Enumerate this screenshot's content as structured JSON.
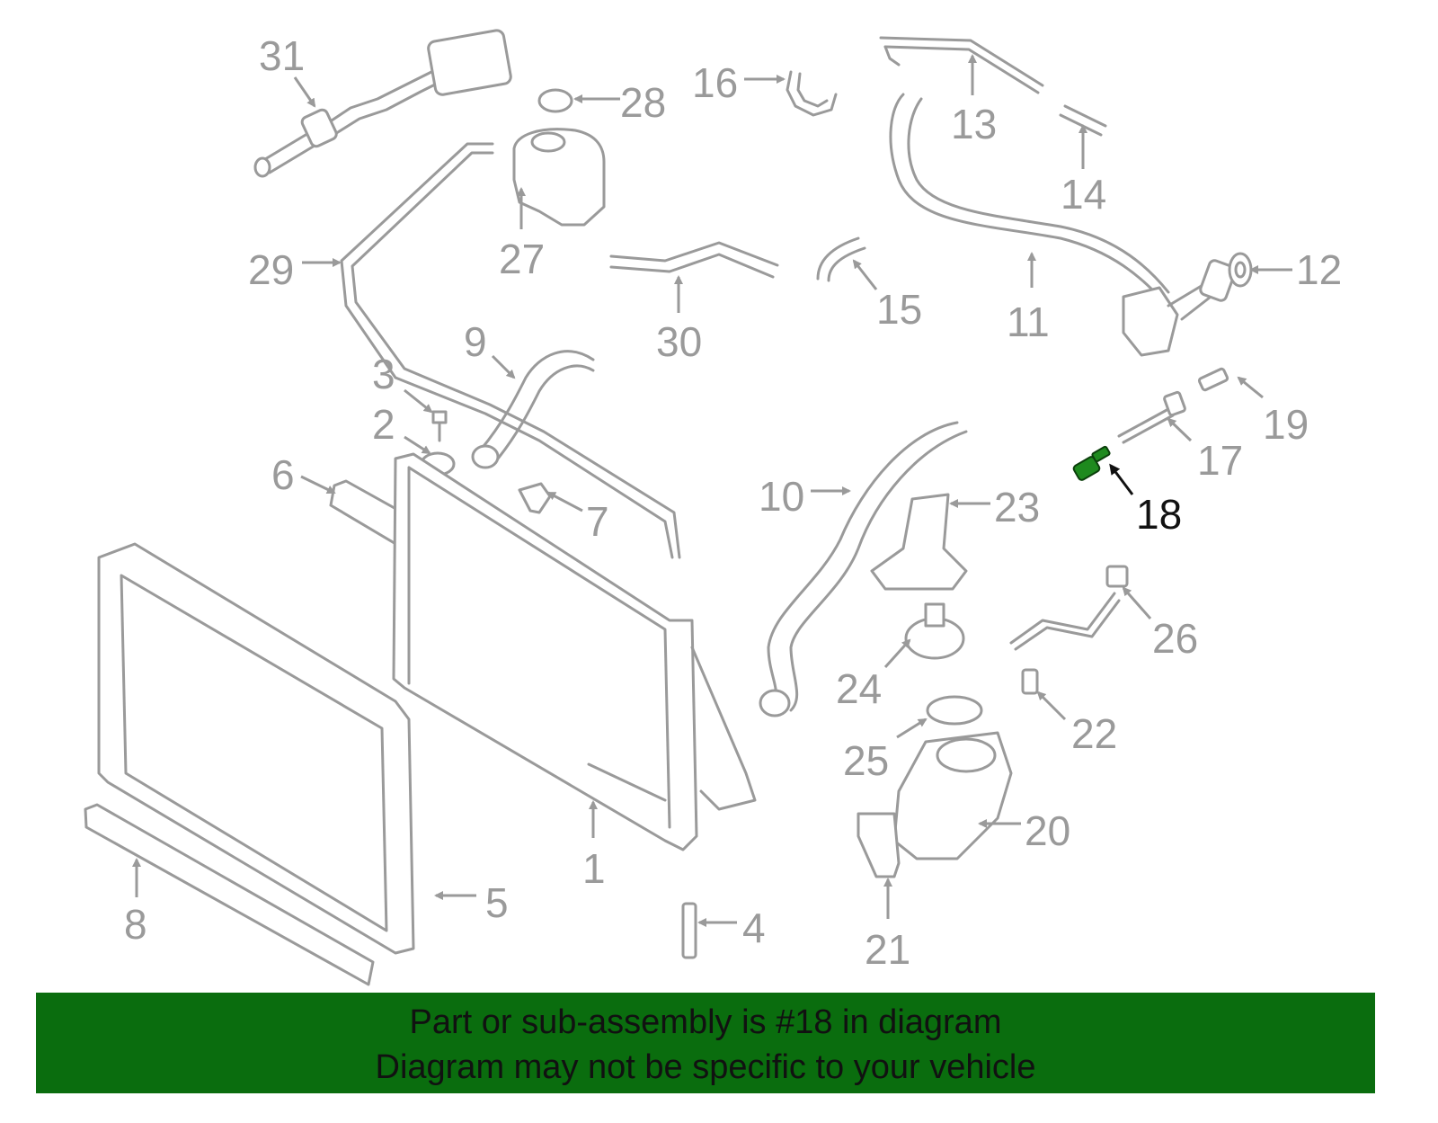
{
  "callouts": {
    "c1": "1",
    "c2": "2",
    "c3": "3",
    "c4": "4",
    "c5": "5",
    "c6": "6",
    "c7": "7",
    "c8": "8",
    "c9": "9",
    "c10": "10",
    "c11": "11",
    "c12": "12",
    "c13": "13",
    "c14": "14",
    "c15": "15",
    "c16": "16",
    "c17": "17",
    "c18": "18",
    "c19": "19",
    "c20": "20",
    "c21": "21",
    "c22": "22",
    "c23": "23",
    "c24": "24",
    "c25": "25",
    "c26": "26",
    "c27": "27",
    "c28": "28",
    "c29": "29",
    "c30": "30",
    "c31": "31"
  },
  "highlight": {
    "part": "18",
    "color": "#1e8a1e"
  },
  "colors": {
    "line_art": "#9a9a9a",
    "banner_bg": "#0a6d0e",
    "banner_text": "#111111"
  },
  "banner": {
    "line1": "Part or sub-assembly is #18 in diagram",
    "line2": "Diagram may not be specific to your vehicle"
  }
}
